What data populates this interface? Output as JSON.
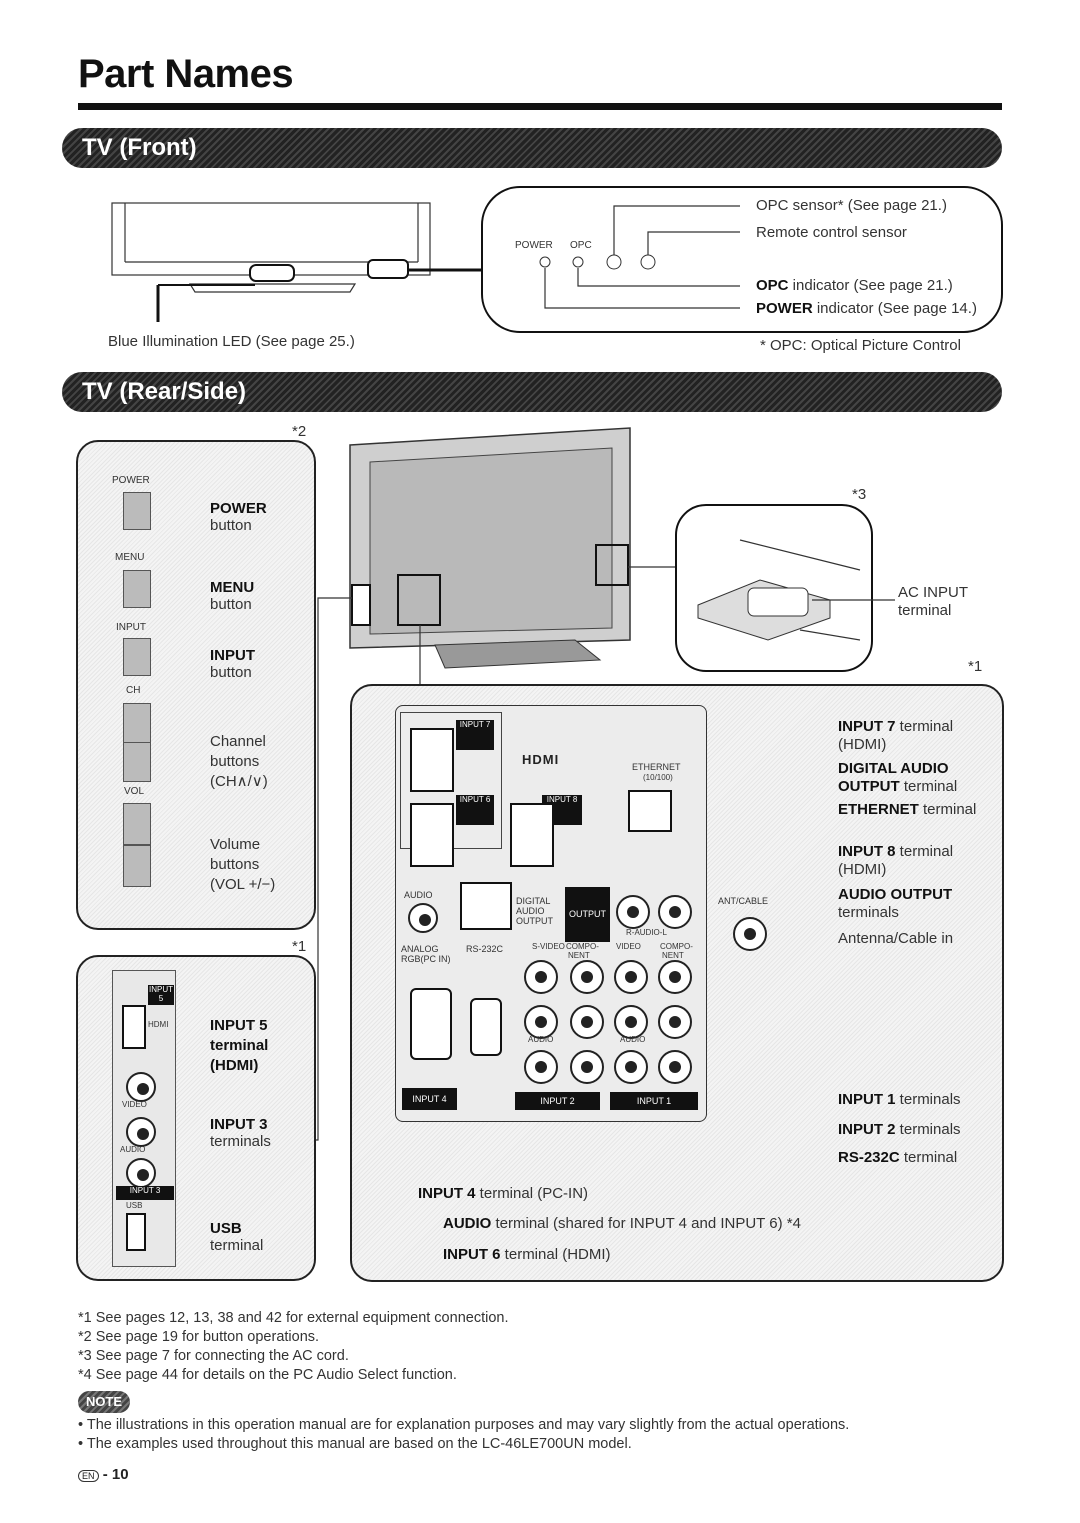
{
  "page": {
    "title": "Part Names",
    "page_number": "10",
    "lang_mark": "EN"
  },
  "front": {
    "bar_label": "TV (Front)",
    "blue_led": "Blue Illumination LED (See page 25.)",
    "panel_power": "POWER",
    "panel_opc": "OPC",
    "opc_sensor": "OPC sensor* (See page 21.)",
    "remote_sensor": "Remote control sensor",
    "opc_indicator_b": "OPC",
    "opc_indicator": " indicator (See page 21.)",
    "power_indicator_b": "POWER",
    "power_indicator": " indicator (See page 14.)",
    "opc_note": "* OPC: Optical Picture Control"
  },
  "rear": {
    "bar_label": "TV (Rear/Side)",
    "mark2": "*2",
    "mark3": "*3",
    "mark1a": "*1",
    "mark1b": "*1",
    "side_power": "POWER",
    "side_menu": "MENU",
    "side_input": "INPUT",
    "side_ch": "CH",
    "side_vol": "VOL",
    "power_b": "POWER",
    "power_t": "button",
    "menu_b": "MENU",
    "menu_t": "button",
    "input_b": "INPUT",
    "input_t": "button",
    "channel1": "Channel",
    "channel2": "buttons",
    "channel3": "(CH∧/∨)",
    "volume1": "Volume",
    "volume2": "buttons",
    "volume3": "(VOL +/−)",
    "input5_1": "INPUT 5",
    "input5_2": "terminal",
    "input5_3": "(HDMI)",
    "input3_b": "INPUT 3",
    "input3_t": "terminals",
    "usb_b": "USB",
    "usb_t": "terminal",
    "side_hdmi": "HDMI",
    "side_video": "VIDEO",
    "side_audio": "AUDIO",
    "side_usb": "USB",
    "side_input5": "INPUT 5",
    "side_input3": "INPUT 3",
    "ac_input1": "AC INPUT",
    "ac_input2": "terminal",
    "input7_b": "INPUT 7",
    "input7_t": " terminal",
    "input7_h": "(HDMI)",
    "digital_b1": "DIGITAL AUDIO",
    "digital_b2": "OUTPUT",
    "digital_t": " terminal",
    "ethernet_b": "ETHERNET",
    "ethernet_t": " terminal",
    "input8_b": "INPUT 8",
    "input8_t": " terminal",
    "input8_h": "(HDMI)",
    "audioout_b": "AUDIO OUTPUT",
    "audioout_t": "terminals",
    "antenna": "Antenna/Cable in",
    "input1_b": "INPUT 1",
    "input1_t": " terminals",
    "input2_b": "INPUT 2",
    "input2_t": " terminals",
    "rs232_b": "RS-232C",
    "rs232_t": " terminal",
    "input4_b": "INPUT 4",
    "input4_t": " terminal (PC-IN)",
    "audio_b": "AUDIO",
    "audio_t": " terminal (shared for INPUT 4 and INPUT 6) *4",
    "input6_b": "INPUT 6",
    "input6_t": " terminal (HDMI)",
    "p_input7": "INPUT 7",
    "p_input6": "INPUT 6",
    "p_input8": "INPUT 8",
    "p_hdmi": "HDMI",
    "p_ethernet": "ETHERNET",
    "p_ethernet2": "(10/100)",
    "p_audio": "AUDIO",
    "p_digital": "DIGITAL",
    "p_digital2": "AUDIO",
    "p_digital3": "OUTPUT",
    "p_output": "OUTPUT",
    "p_raudiol": "R-AUDIO-L",
    "p_antcable": "ANT/CABLE",
    "p_analog": "ANALOG",
    "p_rgb": "RGB(PC IN)",
    "p_rs232": "RS-232C",
    "p_svideo": "S-VIDEO",
    "p_compo": "COMPO-",
    "p_nent": "NENT",
    "p_video": "VIDEO",
    "p_input4": "INPUT 4",
    "p_input2": "INPUT 2",
    "p_input1": "INPUT 1"
  },
  "footnotes": [
    "*1 See pages 12, 13, 38 and 42 for external equipment connection.",
    "*2 See page 19 for button operations.",
    "*3 See page 7 for connecting the AC cord.",
    "*4 See page 44 for details on the PC Audio Select function."
  ],
  "note": {
    "badge": "NOTE",
    "items": [
      "•  The illustrations in this operation manual are for explanation purposes and may vary slightly from the actual operations.",
      "•  The examples used throughout this manual are based on the LC-46LE700UN model."
    ]
  }
}
